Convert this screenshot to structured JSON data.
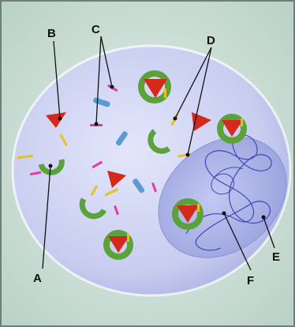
{
  "labels": {
    "a": "A",
    "b": "B",
    "c": "C",
    "d": "D",
    "e": "E",
    "f": "F"
  },
  "colors": {
    "background": "#cfe0da",
    "cytoplasm": "#c6ccef",
    "nucleus": "#a9b2e6",
    "chromatin": "#4040b0",
    "triangle": "#d42a1c",
    "ring_green": "#5aa23a",
    "yellow_rod": "#e8c020",
    "blue_rod": "#5a9bd0",
    "pink_rod": "#e23aa8"
  }
}
